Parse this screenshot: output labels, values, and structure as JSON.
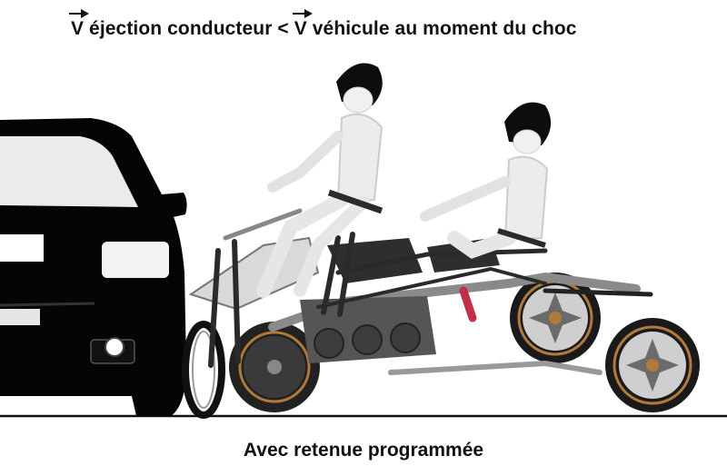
{
  "title": {
    "v1": "V",
    "part1": " éjection conducteur < ",
    "v2": "V",
    "part2": " véhicule au moment du choc"
  },
  "caption": "Avec retenue programmée",
  "colors": {
    "car": "#050505",
    "frame": "#2a2a2a",
    "rim": "#b07a3a",
    "spring": "#c0304a",
    "dummy": "#e9e9e9"
  }
}
